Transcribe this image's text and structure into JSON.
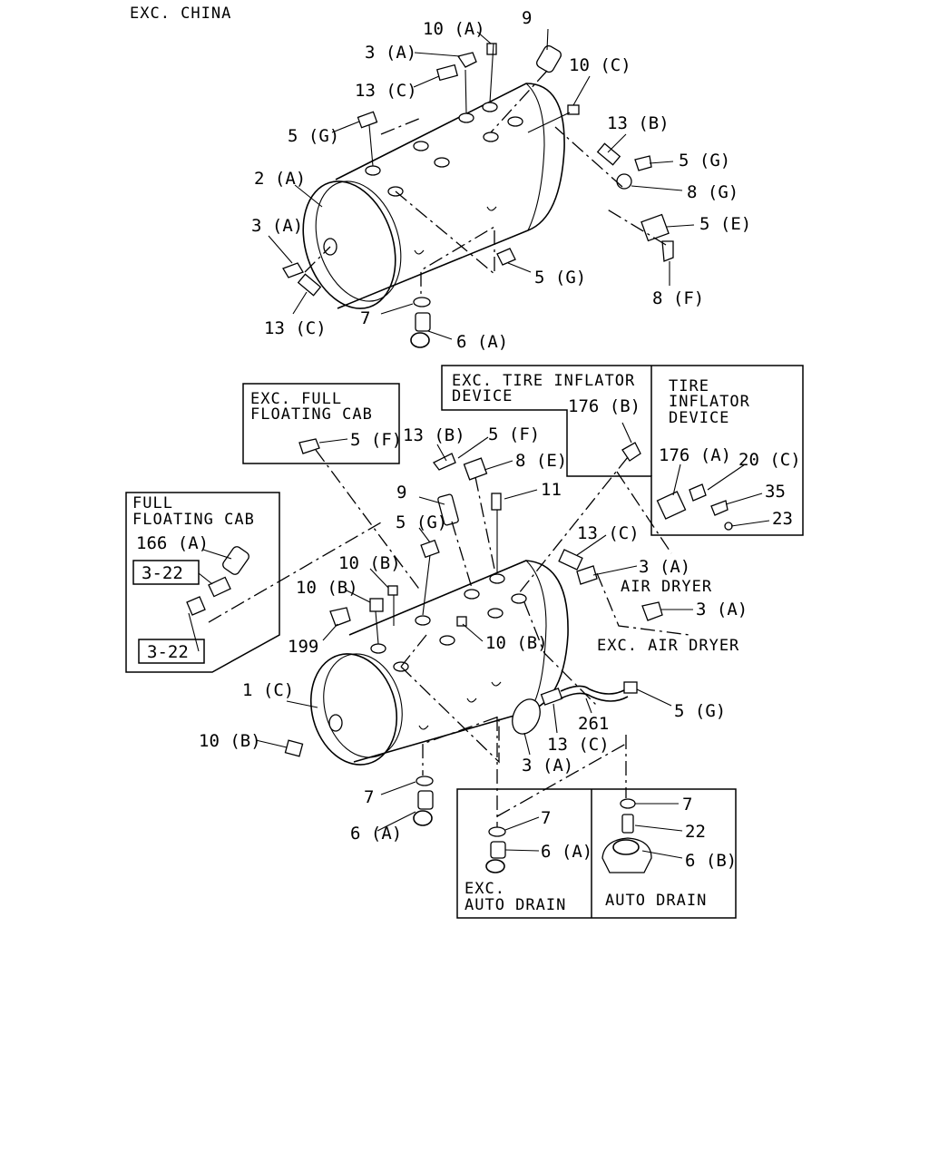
{
  "sections": {
    "exc_china": "EXC. CHINA",
    "exc_full_floating_cab": [
      "EXC. FULL",
      "FLOATING CAB"
    ],
    "full_floating_cab": [
      "FULL",
      "FLOATING CAB"
    ],
    "exc_tire_inflator": [
      "EXC. TIRE INFLATOR",
      "DEVICE"
    ],
    "tire_inflator": [
      "TIRE",
      "INFLATOR",
      "DEVICE"
    ],
    "air_dryer": "AIR DRYER",
    "exc_air_dryer": "EXC. AIR DRYER",
    "exc_auto_drain": [
      "EXC.",
      "AUTO DRAIN"
    ],
    "auto_drain": "AUTO DRAIN"
  },
  "callouts": {
    "top": {
      "c10a": "10 (A)",
      "c9": "9",
      "c3a_1": "3 (A)",
      "c13c_1": "13 (C)",
      "c10c": "10 (C)",
      "c5g_1": "5 (G)",
      "c13b": "13 (B)",
      "c5g_2": "5 (G)",
      "c8g": "8 (G)",
      "c2a": "2 (A)",
      "c5e": "5 (E)",
      "c3a_2": "3 (A)",
      "c5g_3": "5 (G)",
      "c8f": "8 (F)",
      "c13c_2": "13 (C)",
      "c7": "7",
      "c6a": "6 (A)"
    },
    "bottom": {
      "c5f_1": "5 (F)",
      "c176b": "176 (B)",
      "c13b": "13 (B)",
      "c5f_2": "5 (F)",
      "c8e": "8 (E)",
      "c176a": "176 (A)",
      "c20c": "20 (C)",
      "c9": "9",
      "c11": "11",
      "c35": "35",
      "c166a": "166 (A)",
      "c5g_1": "5 (G)",
      "c23": "23",
      "c13c_1": "13 (C)",
      "c3_22a": "3-22",
      "c3a_1": "3 (A)",
      "c10b_1": "10 (B)",
      "c10b_2": "10 (B)",
      "c3a_2": "3 (A)",
      "c199": "199",
      "c3_22b": "3-22",
      "c10b_3": "10 (B)",
      "c1c": "1 (C)",
      "c5g_2": "5 (G)",
      "c261": "261",
      "c10b_4": "10 (B)",
      "c13c_2": "13 (C)",
      "c3a_3": "3 (A)",
      "c7_1": "7",
      "c6a_1": "6 (A)",
      "c7_2": "7",
      "c7_3": "7",
      "c22": "22",
      "c6a_2": "6 (A)",
      "c6b": "6 (B)"
    }
  }
}
